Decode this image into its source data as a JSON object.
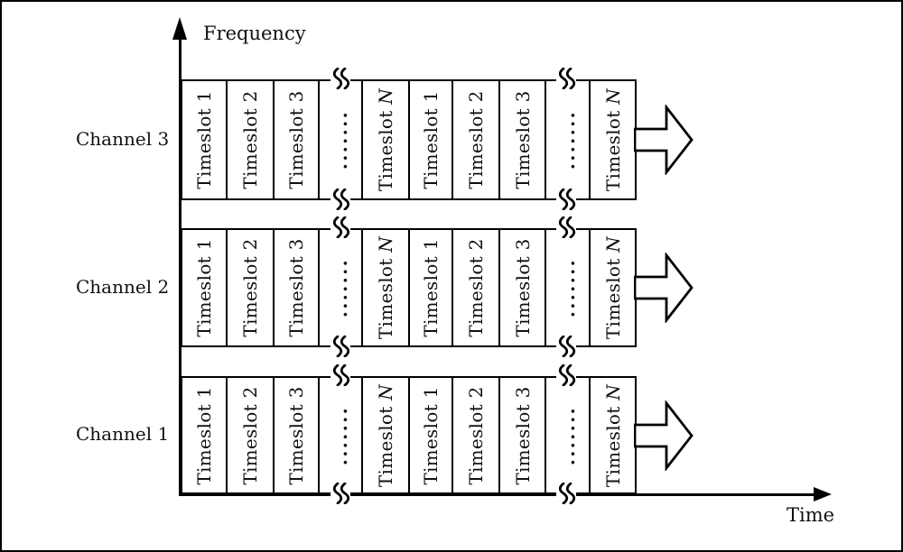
{
  "diagram": {
    "axes": {
      "y_label": "Frequency",
      "x_label": "Time"
    },
    "channels": [
      {
        "label": "Channel 3"
      },
      {
        "label": "Channel 2"
      },
      {
        "label": "Channel 1"
      }
    ],
    "row_pattern": [
      {
        "type": "timeslot",
        "label": "Timeslot 1"
      },
      {
        "type": "timeslot",
        "label": "Timeslot 2"
      },
      {
        "type": "timeslot",
        "label": "Timeslot 3"
      },
      {
        "type": "ellipsis",
        "label": "......."
      },
      {
        "type": "timeslot",
        "label": "Timeslot ",
        "italic_suffix": "N"
      },
      {
        "type": "timeslot",
        "label": "Timeslot 1"
      },
      {
        "type": "timeslot",
        "label": "Timeslot 2"
      },
      {
        "type": "timeslot",
        "label": "Timeslot 3"
      },
      {
        "type": "ellipsis",
        "label": "......."
      },
      {
        "type": "timeslot",
        "label": "Timeslot ",
        "italic_suffix": "N"
      }
    ],
    "icons": {
      "y_axis_arrow": "up-arrowhead",
      "x_axis_arrow": "right-arrowhead",
      "flow_arrow": "hollow-right-arrow",
      "break_mark": "line-break-squiggle"
    },
    "colors": {
      "line": "#000000",
      "background": "#ffffff",
      "text": "#111111"
    }
  }
}
